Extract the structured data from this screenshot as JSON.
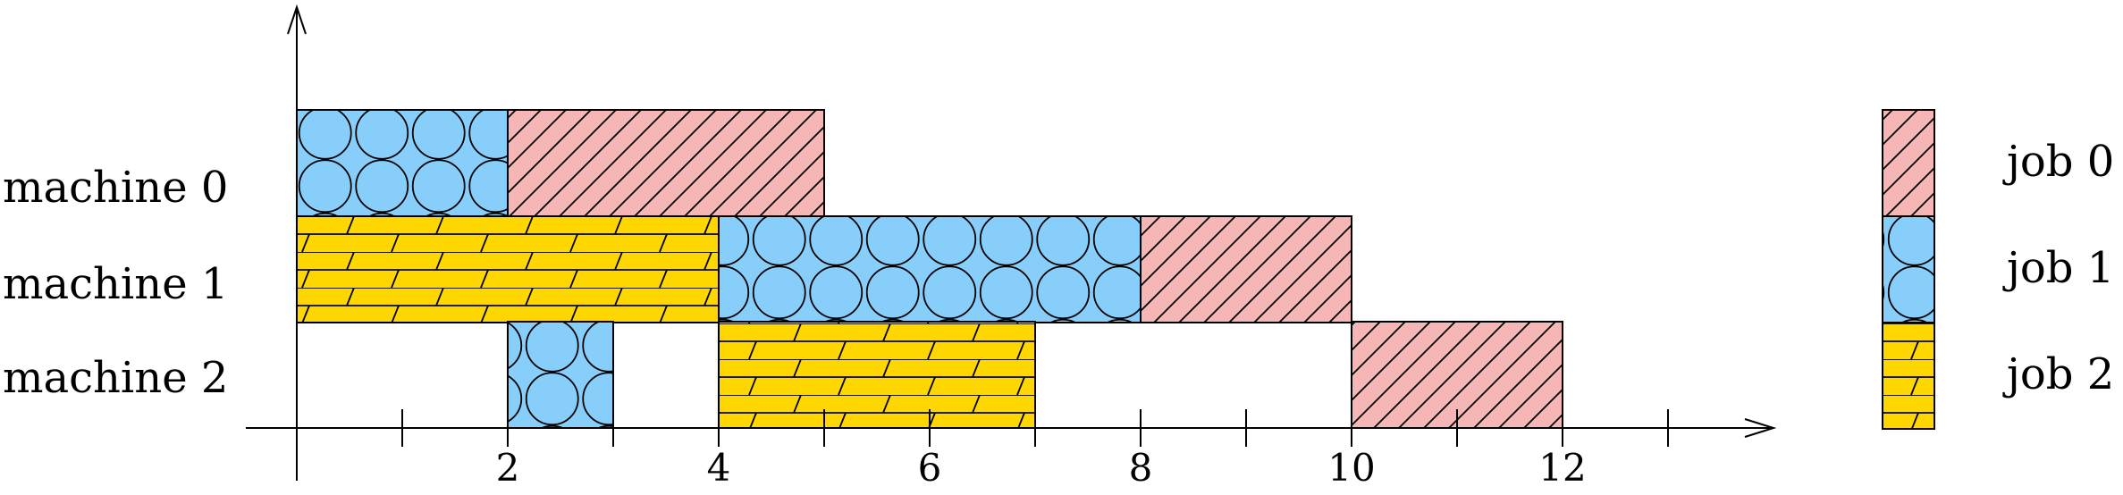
{
  "chart_data": {
    "type": "gantt",
    "machines": [
      "machine 0",
      "machine 1",
      "machine 2"
    ],
    "x_ticks": [
      1,
      2,
      3,
      4,
      5,
      6,
      7,
      8,
      9,
      10,
      11,
      12,
      13
    ],
    "x_tick_labels": [
      "",
      "2",
      "",
      "4",
      "",
      "6",
      "",
      "8",
      "",
      "10",
      "",
      "12",
      ""
    ],
    "xlim": [
      0,
      14
    ],
    "tasks": [
      {
        "machine": 0,
        "job": 1,
        "start": 0,
        "end": 2
      },
      {
        "machine": 0,
        "job": 0,
        "start": 2,
        "end": 5
      },
      {
        "machine": 1,
        "job": 2,
        "start": 0,
        "end": 4
      },
      {
        "machine": 1,
        "job": 1,
        "start": 4,
        "end": 8
      },
      {
        "machine": 1,
        "job": 0,
        "start": 8,
        "end": 10
      },
      {
        "machine": 2,
        "job": 1,
        "start": 2,
        "end": 3
      },
      {
        "machine": 2,
        "job": 2,
        "start": 4,
        "end": 7
      },
      {
        "machine": 2,
        "job": 0,
        "start": 10,
        "end": 12
      }
    ],
    "jobs": [
      {
        "name": "job 0",
        "color": "#F7B6B6",
        "pattern": "diagonal-hatch"
      },
      {
        "name": "job 1",
        "color": "#87CEFA",
        "pattern": "circles"
      },
      {
        "name": "job 2",
        "color": "#FFD700",
        "pattern": "bricks"
      }
    ],
    "legend_placement": "right"
  }
}
